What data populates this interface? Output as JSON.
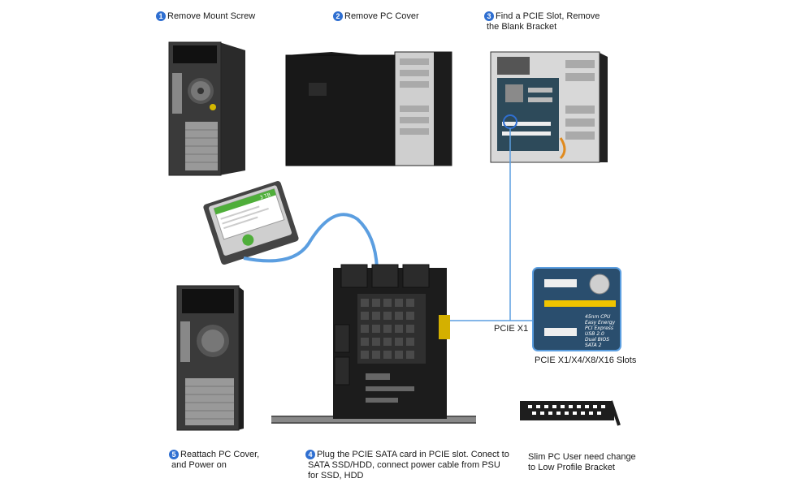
{
  "steps": [
    {
      "num": "1",
      "text": "Remove Mount Screw"
    },
    {
      "num": "2",
      "text": "Remove PC Cover"
    },
    {
      "num": "3",
      "line1": "Find a PCIE Slot, Remove",
      "line2": "the Blank Bracket"
    },
    {
      "num": "4",
      "line1": "Plug the PCIE SATA card in PCIE slot. Conect to",
      "line2": "SATA SSD/HDD, connect power cable from PSU",
      "line3": "for SSD, HDD"
    },
    {
      "num": "5",
      "line1": "Reattach PC Cover,",
      "line2": "and Power on"
    }
  ],
  "labels": {
    "pcie_x1": "PCIE X1",
    "slots": "PCIE X1/X4/X8/X16 Slots",
    "slim_line1": "Slim PC User need change",
    "slim_line2": "to Low Profile Bracket",
    "hdd_capacity": "3 TB",
    "chip_lines": [
      "45nm CPU",
      "Easy Energy",
      "PCI Express",
      "USB 2.0",
      "Dual BIOS",
      "SATA 2"
    ]
  },
  "colors": {
    "accent": "#2f6fd1",
    "cable": "#5b9ee0",
    "hdd_label": "#4fae3a"
  }
}
